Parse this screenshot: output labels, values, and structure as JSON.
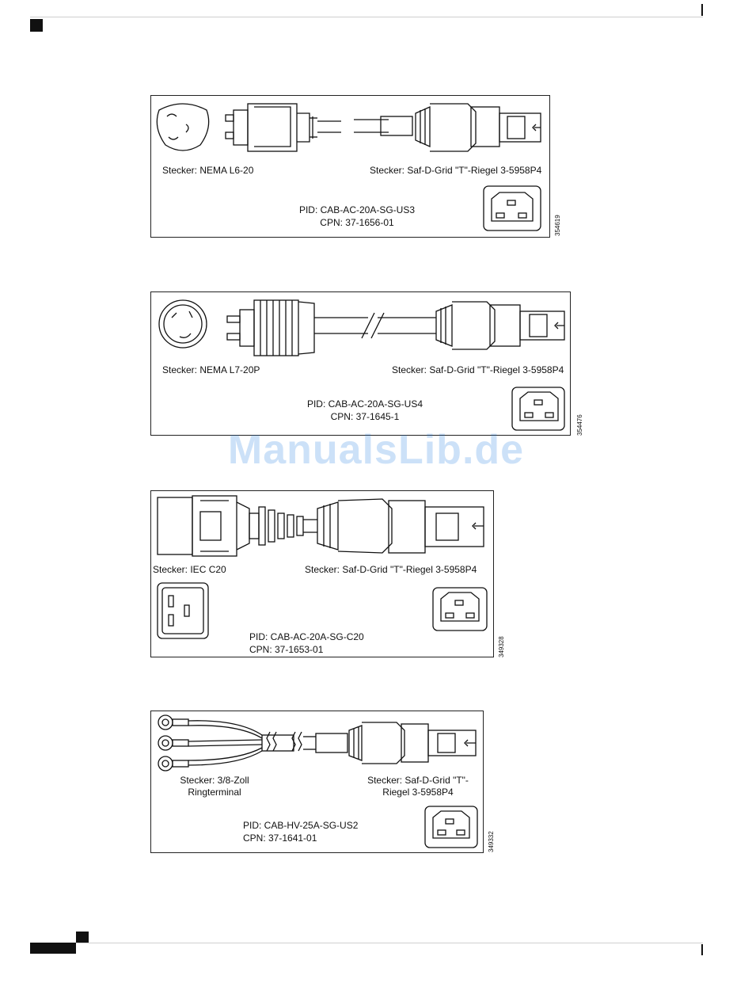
{
  "watermark": "ManualsLib.de",
  "figures": [
    {
      "left_label": "Stecker: NEMA L6-20",
      "right_label": "Stecker: Saf-D-Grid \"T\"-Riegel 3-5958P4",
      "pid": "PID: CAB-AC-20A-SG-US3",
      "cpn": "CPN: 37-1656-01",
      "fig_number": "354619"
    },
    {
      "left_label": "Stecker: NEMA L7-20P",
      "right_label": "Stecker: Saf-D-Grid \"T\"-Riegel 3-5958P4",
      "pid": "PID: CAB-AC-20A-SG-US4",
      "cpn": "CPN: 37-1645-1",
      "fig_number": "354476"
    },
    {
      "left_label": "Stecker: IEC C20",
      "right_label": "Stecker: Saf-D-Grid \"T\"-Riegel 3-5958P4",
      "pid": "PID: CAB-AC-20A-SG-C20",
      "cpn": "CPN: 37-1653-01",
      "fig_number": "349328"
    },
    {
      "left_label": "Stecker: 3/8-Zoll Ringterminal",
      "right_label": "Stecker: Saf-D-Grid \"T\"-Riegel 3-5958P4",
      "pid": "PID: CAB-HV-25A-SG-US2",
      "cpn": "CPN: 37-1641-01",
      "fig_number": "349332"
    }
  ]
}
